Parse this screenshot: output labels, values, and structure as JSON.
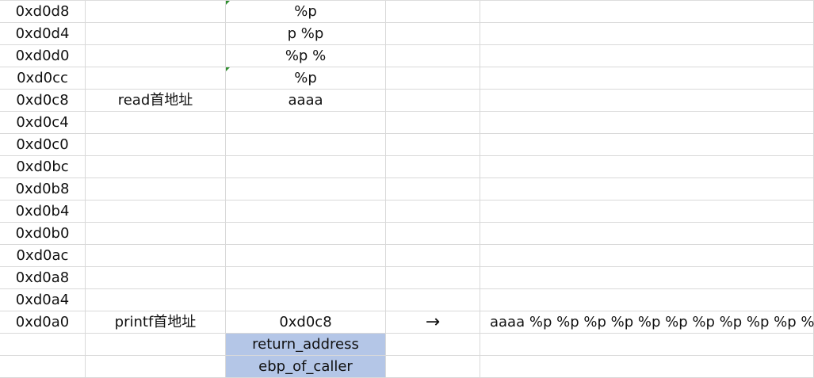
{
  "addresses": [
    "0xd0d8",
    "0xd0d4",
    "0xd0d0",
    "0xd0cc",
    "0xd0c8",
    "0xd0c4",
    "0xd0c0",
    "0xd0bc",
    "0xd0b8",
    "0xd0b4",
    "0xd0b0",
    "0xd0ac",
    "0xd0a8",
    "0xd0a4",
    "0xd0a0"
  ],
  "labels": {
    "read": "read首地址",
    "printf": "printf首地址"
  },
  "stack_values": {
    "d8": "%p",
    "d4": "p %p",
    "d0": "%p %",
    "cc": "%p",
    "c8": "aaaa",
    "a0": "0xd0c8"
  },
  "arrow": "→",
  "output": "aaaa %p %p %p %p %p %p %p %p %p %p %p %p",
  "frame": {
    "return_address": "return_address",
    "ebp_of_caller": "ebp_of_caller"
  },
  "colors": {
    "frame_fill": "#b4c6e7",
    "grid_line": "#d9d9d9",
    "comment_marker": "#2f8f2f"
  }
}
